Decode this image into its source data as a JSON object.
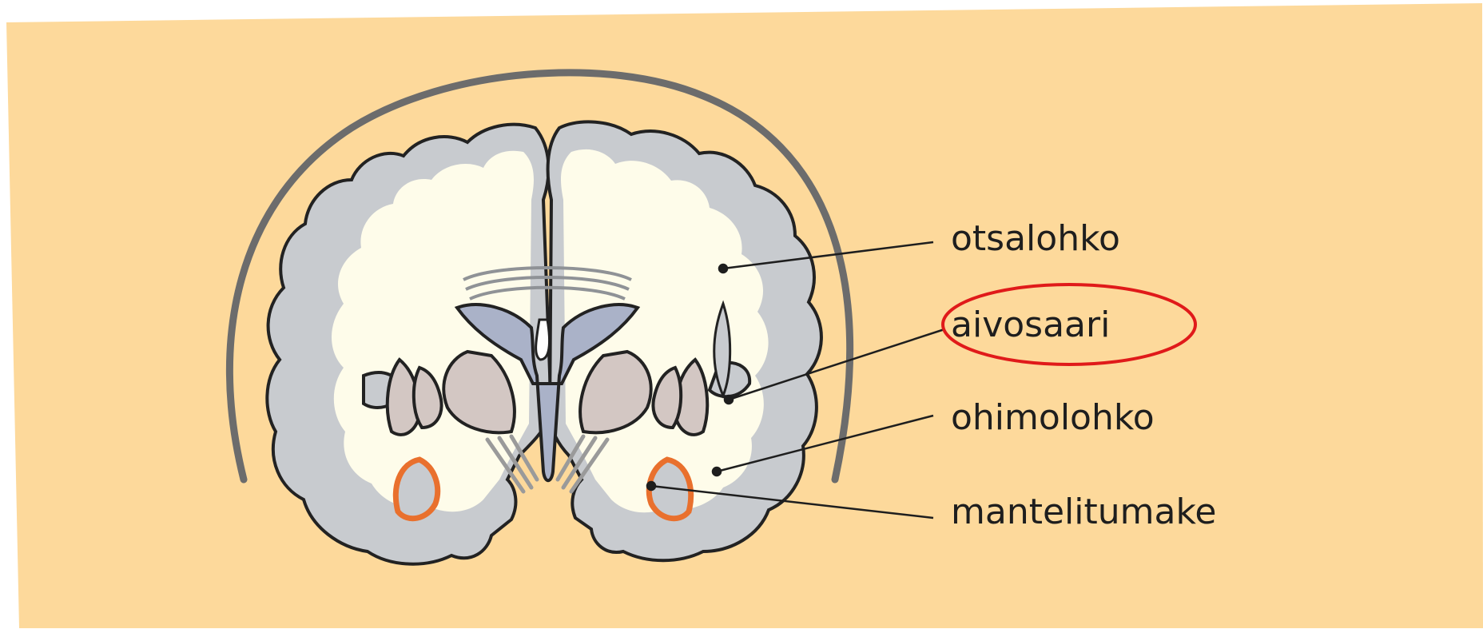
{
  "labels": {
    "frontal_lobe": "otsalohko",
    "insula": "aivosaari",
    "temporal_lobe": "ohimolohko",
    "amygdala": "mantelitumake"
  },
  "colors": {
    "background_panel": "#fdd99b",
    "cortex_gray": "#c8cbcf",
    "white_matter": "#fefcea",
    "ventricle_blue": "#aab2c8",
    "nuclei": "#d3c7c3",
    "amygdala_orange": "#e9702d",
    "highlight_red": "#e01a1a",
    "skull_arc": "#6c6c6c"
  },
  "highlighted_label": "insula"
}
